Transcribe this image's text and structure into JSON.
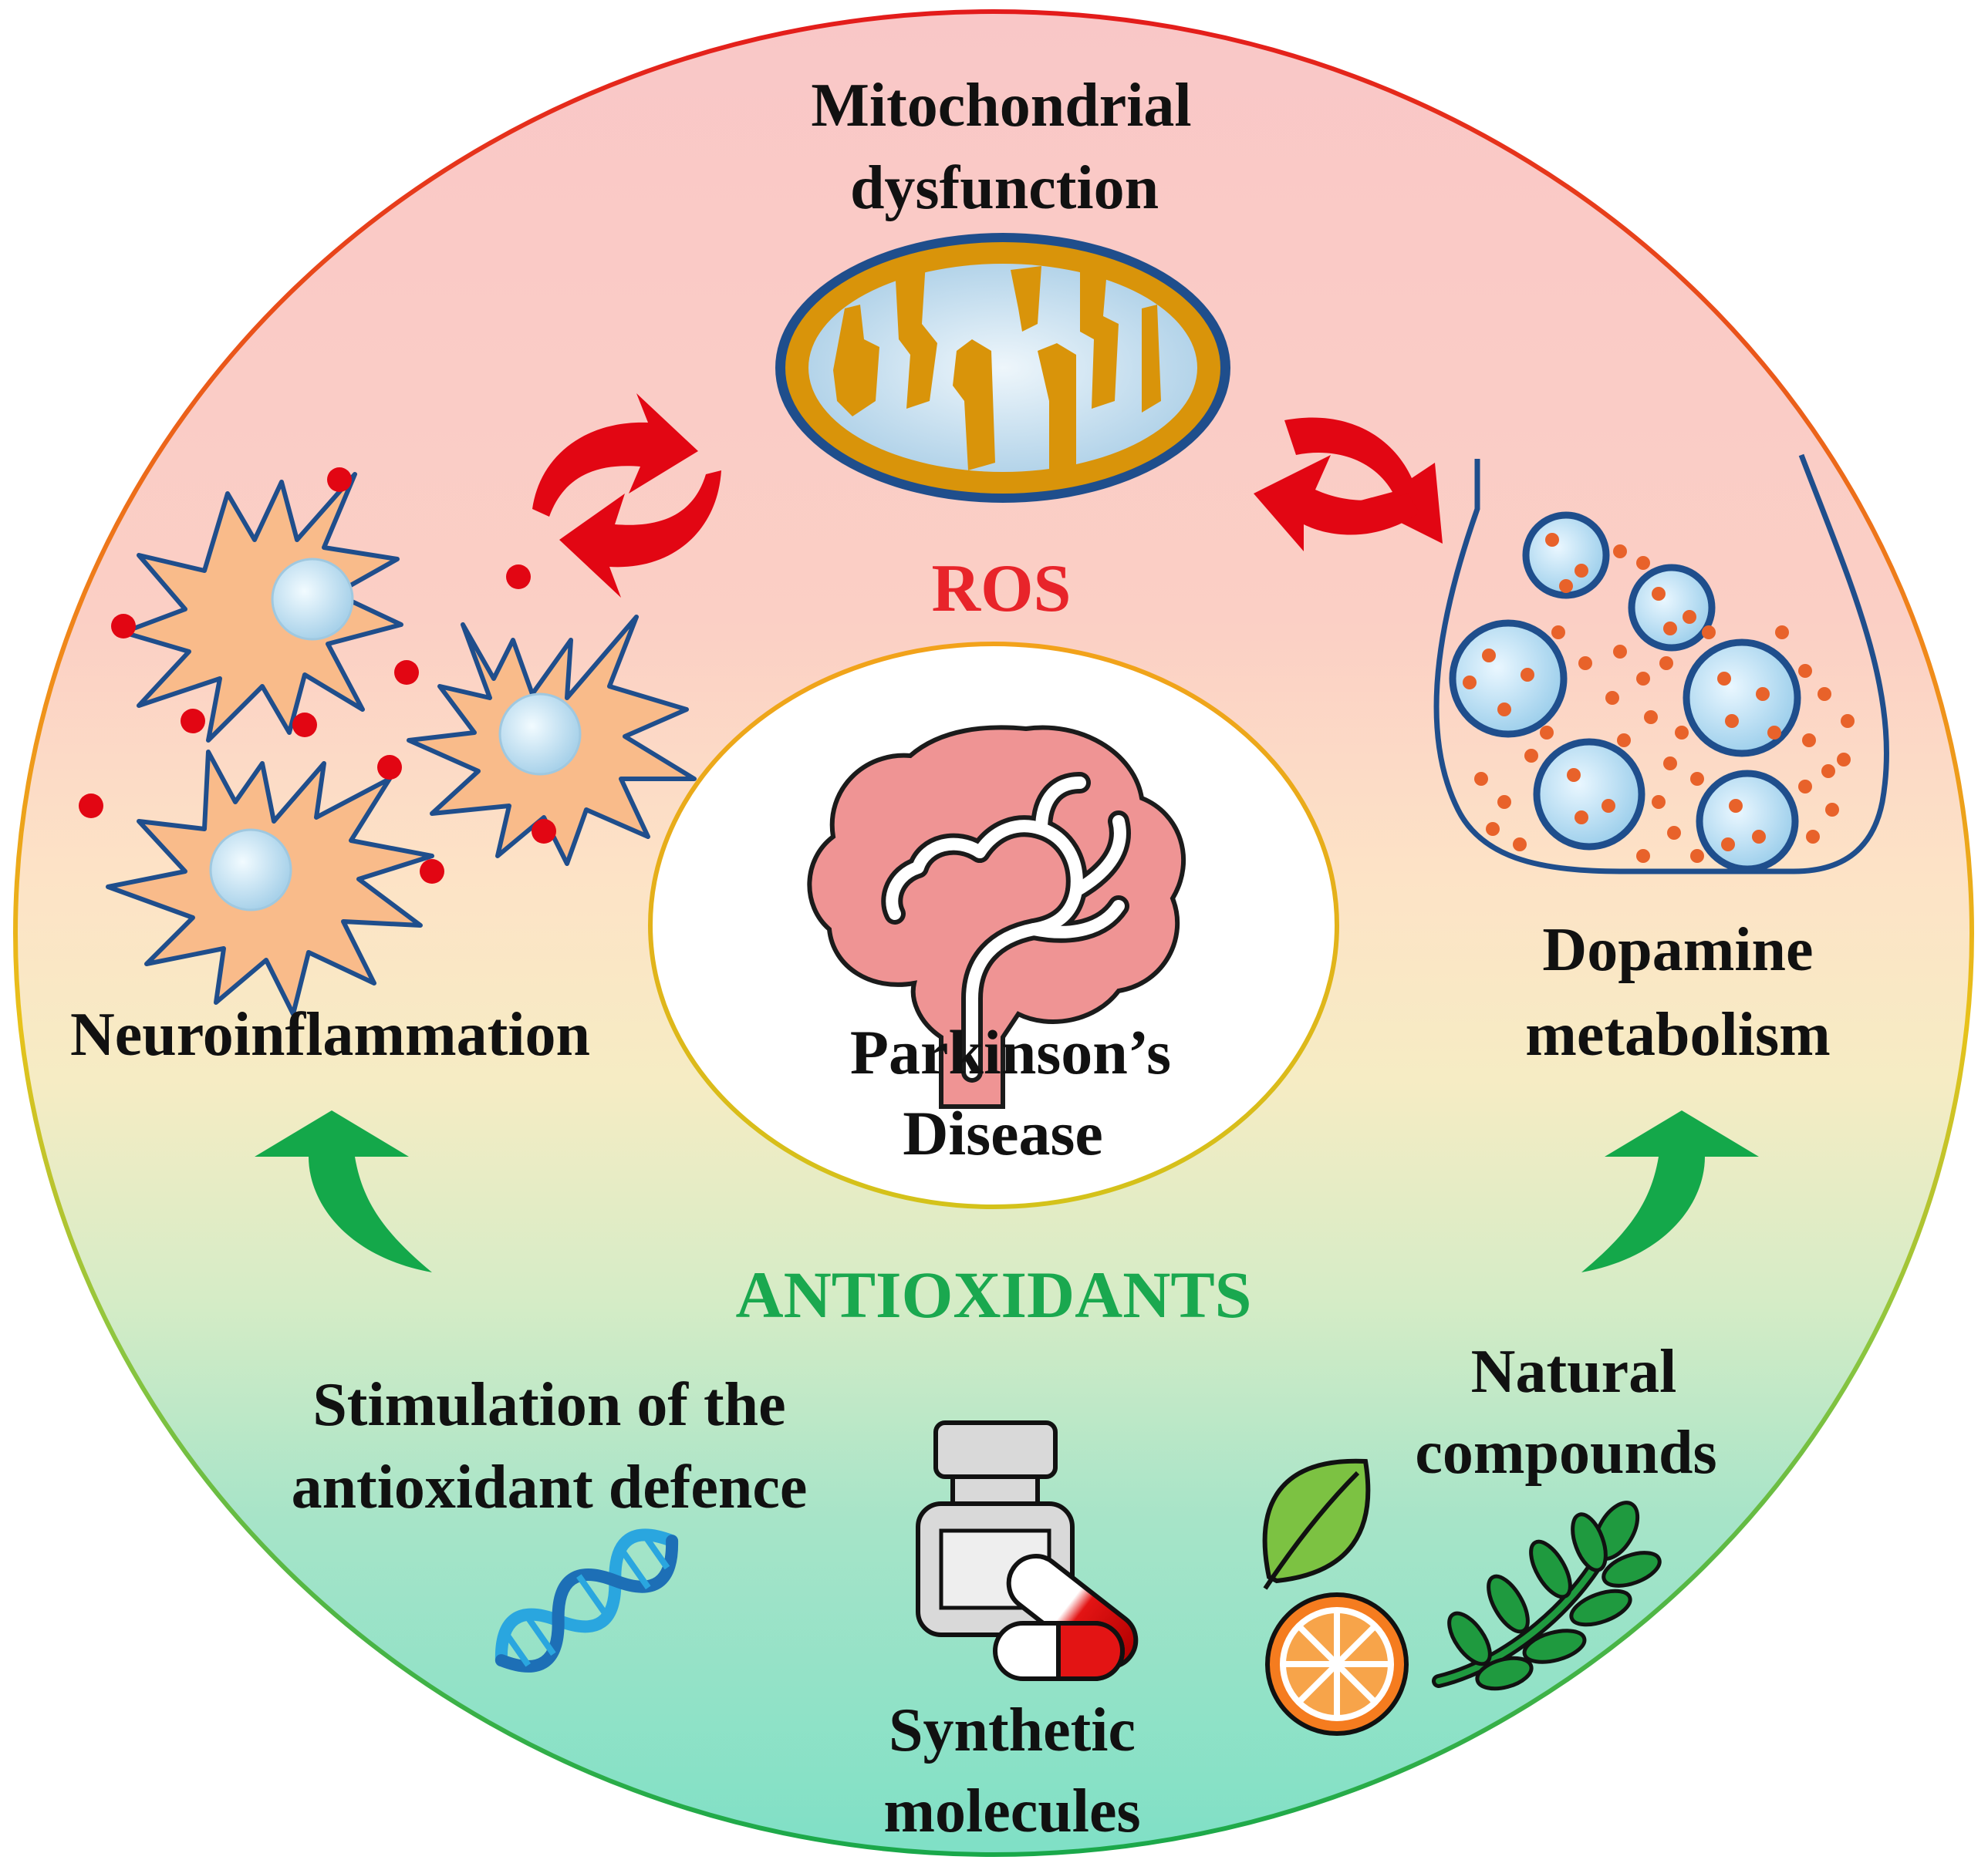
{
  "center": {
    "line1": "Parkinson’s",
    "line2": "Disease"
  },
  "mitochondria": {
    "line1": "Mitochondrial",
    "line2": "dysfunction"
  },
  "ros_label": "ROS",
  "neuroinflammation_label": "Neuroinflammation",
  "dopamine": {
    "line1": "Dopamine",
    "line2": "metabolism"
  },
  "antioxidants_label": "ANTIOXIDANTS",
  "stimulation": {
    "line1": "Stimulation of the",
    "line2": "antioxidant defence"
  },
  "synthetic": {
    "line1": "Synthetic",
    "line2": "molecules"
  },
  "natural": {
    "line1": "Natural",
    "line2": "compounds"
  },
  "colors": {
    "ros": "#e8242a",
    "antioxidants": "#1aa84f",
    "arrow_red": "#e20613",
    "arrow_green": "#14a84a",
    "outline_blue": "#1f4e8c",
    "mito_orange": "#d9940a",
    "brain_pink": "#ef9494",
    "text": "#111111"
  }
}
